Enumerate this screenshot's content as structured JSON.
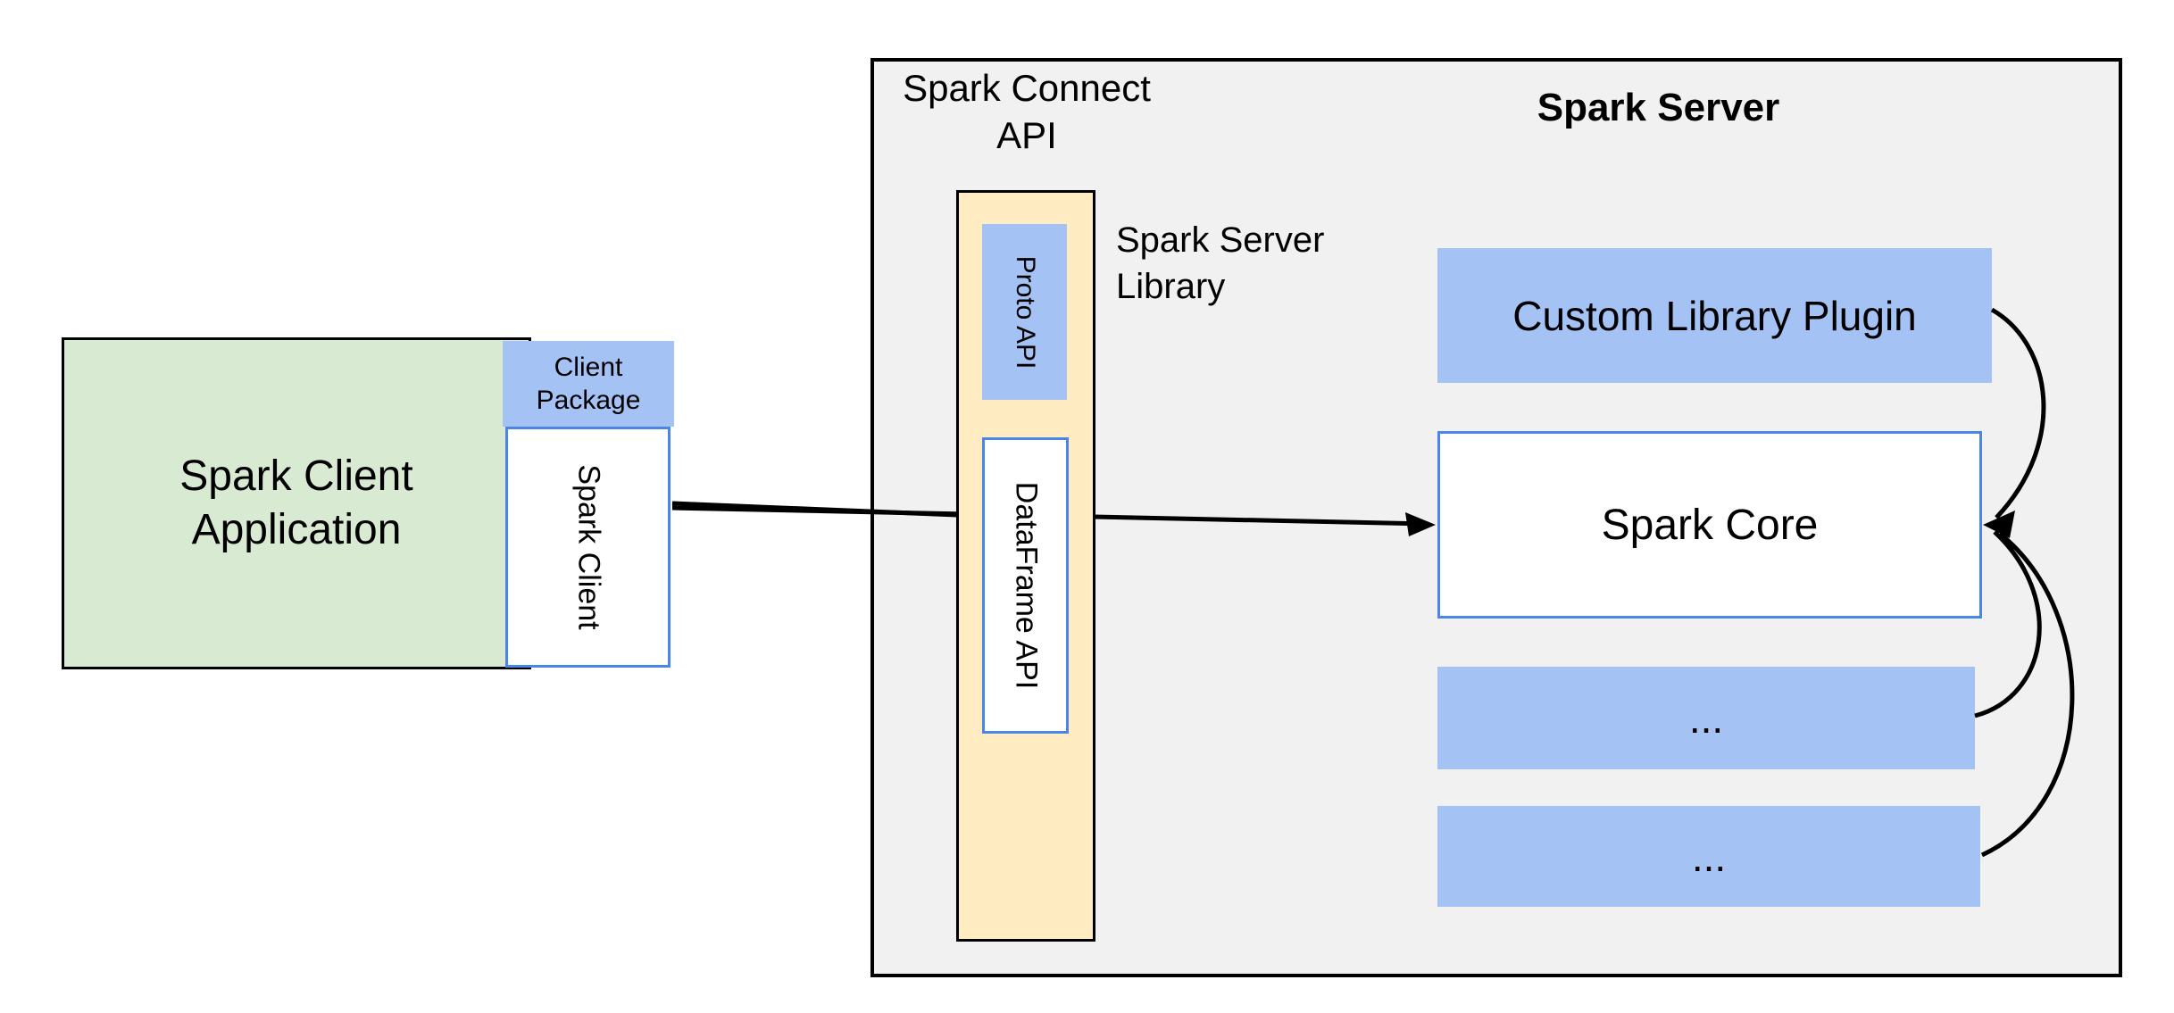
{
  "colors": {
    "container_fill": "#f1f1f1",
    "container_border": "#000000",
    "green_fill": "#d9ead3",
    "blue_fill": "#a4c2f4",
    "blue_border": "#4a86e8",
    "yellow_fill": "#ffecc2",
    "text": "#000000",
    "connector": "#000000"
  },
  "client": {
    "application_line1": "Spark Client",
    "application_line2": "Application",
    "package_line1": "Client",
    "package_line2": "Package",
    "spark_client_label": "Spark Client"
  },
  "connect_api": {
    "title_line1": "Spark Connect",
    "title_line2": "API",
    "proto_api_label": "Proto API",
    "dataframe_api_label": "DataFrame API",
    "server_library_line1": "Spark Server",
    "server_library_line2": "Library"
  },
  "server": {
    "title": "Spark Server",
    "plugin_label": "Custom Library Plugin",
    "core_label": "Spark Core",
    "more_components_1": "...",
    "more_components_2": "..."
  }
}
